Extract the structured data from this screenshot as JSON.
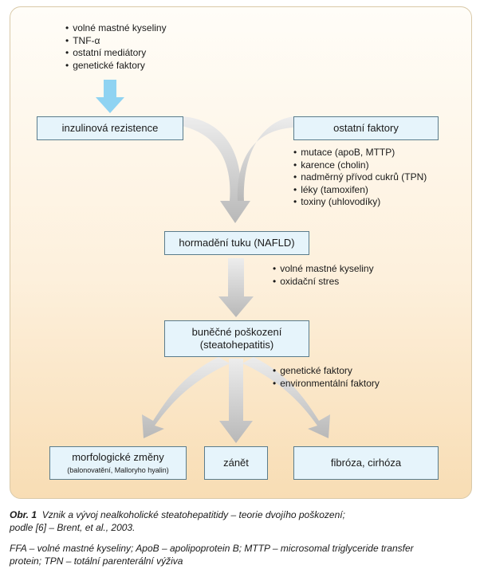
{
  "inputs_top": [
    "volné mastné kyseliny",
    "TNF-α",
    "ostatní mediátory",
    "genetické faktory"
  ],
  "boxes": {
    "insulin": "inzulinová rezistence",
    "other": "ostatní faktory",
    "fat": "hormadění tuku (NAFLD)",
    "damage_1": "buněčné poškození",
    "damage_2": "(steatohepatitis)",
    "morph": "morfologické změny",
    "morph_sub": "(balonovatění, Malloryho hyalin)",
    "inflam": "zánět",
    "fibro": "fibróza, cirhóza"
  },
  "other_factors": [
    "mutace (apoB, MTTP)",
    "karence (cholin)",
    "nadměrný přívod cukrů (TPN)",
    "léky (tamoxifen)",
    "toxiny (uhlovodíky)"
  ],
  "fat_factors": [
    "volné mastné kyseliny",
    "oxidační stres"
  ],
  "damage_factors": [
    "genetické faktory",
    "environmentální faktory"
  ],
  "caption": {
    "label": "Obr. 1",
    "text": "Vznik a vývoj nealkoholické steatohepatitidy – teorie dvojího poškození;",
    "line2": "podle [6] – Brent, et al., 2003.",
    "abbrev": "FFA – volné mastné kyseliny; ApoB – apolipoprotein B; MTTP – microsomal triglyceride transfer",
    "abbrev2": "protein; TPN – totální parenterální výživa"
  },
  "colors": {
    "arrow_gray": "#c4c4c4",
    "arrow_blue": "#8fd3f2",
    "box_fill": "#e6f4fb",
    "box_border": "#5a7c8c"
  }
}
